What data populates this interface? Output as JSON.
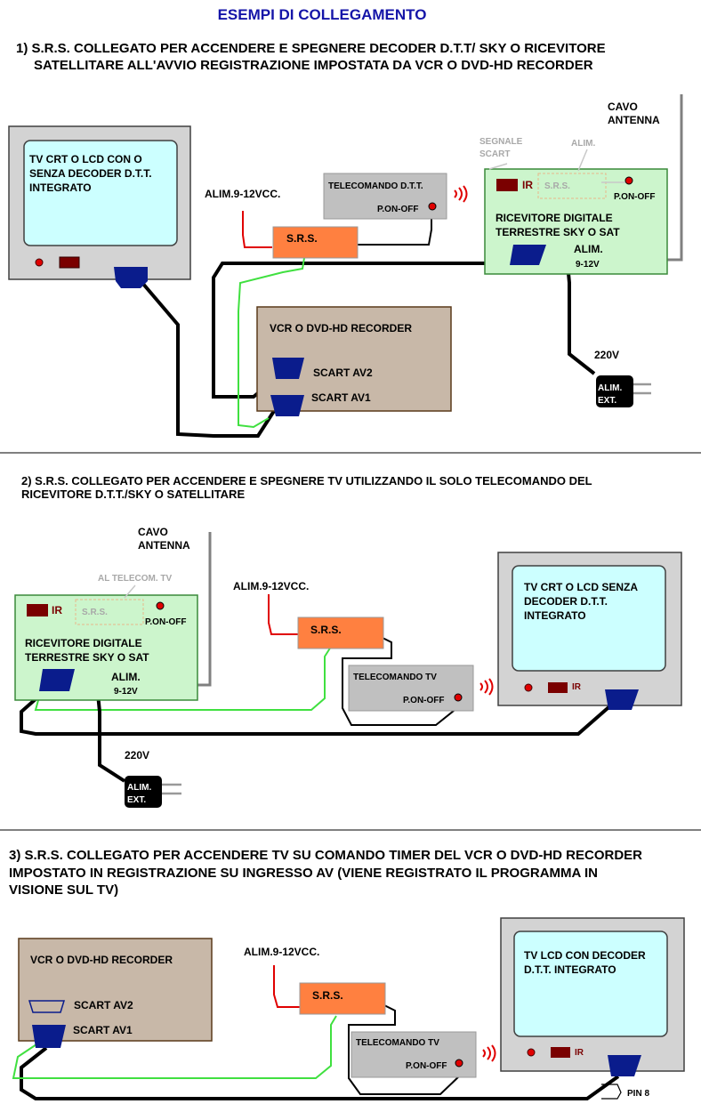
{
  "title": "ESEMPI DI COLLEGAMENTO",
  "colors": {
    "title": "#1515a8",
    "tv_frame": "#d3d3d3",
    "tv_screen": "#ccffff",
    "receiver": "#ccf5cc",
    "srs": "#ff8040",
    "remote": "#c0c0c0",
    "recorder": "#c8b8a8",
    "scart": "#0a1c8c",
    "red_wire": "#e00000",
    "green_wire": "#40e040"
  },
  "section1": {
    "heading_line1": "1)  S.R.S. COLLEGATO PER ACCENDERE E SPEGNERE DECODER D.T.T/ SKY O RICEVITORE",
    "heading_line2": "SATELLITARE ALL'AVVIO REGISTRAZIONE IMPOSTATA DA VCR O DVD-HD RECORDER",
    "tv_line1": "TV CRT O LCD CON O",
    "tv_line2": "SENZA DECODER D.T.T.",
    "tv_line3": "INTEGRATO",
    "alim": "ALIM.9-12VCC.",
    "srs": "S.R.S.",
    "remote_title": "TELECOMANDO D.T.T.",
    "remote_pon": "P.ON-OFF",
    "cable_line1": "CAVO",
    "cable_line2": "ANTENNA",
    "segnale_line1": "SEGNALE",
    "segnale_line2": "SCART",
    "alim_gray": "ALIM.",
    "ir": "IR",
    "srs_gray": "S.R.S.",
    "pon": "P.ON-OFF",
    "receiver_line1": "RICEVITORE DIGITALE",
    "receiver_line2": "TERRESTRE SKY O SAT",
    "rx_alim": "ALIM.",
    "rx_volt": "9-12V",
    "recorder_title": "VCR O DVD-HD RECORDER",
    "scart_av2": "SCART AV2",
    "scart_av1": "SCART AV1",
    "v220": "220V",
    "ext_line1": "ALIM.",
    "ext_line2": "EXT."
  },
  "section2": {
    "heading_line1": "2) S.R.S. COLLEGATO PER ACCENDERE E SPEGNERE TV UTILIZZANDO IL SOLO TELECOMANDO DEL",
    "heading_line2": "RICEVITORE D.T.T./SKY O SATELLITARE",
    "cable_line1": "CAVO",
    "cable_line2": "ANTENNA",
    "al_telecom": "AL TELECOM. TV",
    "ir": "IR",
    "srs_gray": "S.R.S.",
    "pon": "P.ON-OFF",
    "receiver_line1": "RICEVITORE DIGITALE",
    "receiver_line2": "TERRESTRE SKY O SAT",
    "rx_alim": "ALIM.",
    "rx_volt": "9-12V",
    "alim": "ALIM.9-12VCC.",
    "srs": "S.R.S.",
    "remote_title": "TELECOMANDO  TV",
    "remote_pon": "P.ON-OFF",
    "tv_line1": "TV CRT O LCD SENZA",
    "tv_line2": "DECODER D.T.T.",
    "tv_line3": "INTEGRATO",
    "tv_ir": "IR",
    "v220": "220V",
    "ext_line1": "ALIM.",
    "ext_line2": "EXT."
  },
  "section3": {
    "heading_line1": "3) S.R.S. COLLEGATO PER ACCENDERE TV SU COMANDO TIMER DEL VCR O DVD-HD RECORDER",
    "heading_line2": "IMPOSTATO IN REGISTRAZIONE SU INGRESSO AV  (VIENE REGISTRATO IL PROGRAMMA IN",
    "heading_line3": "VISIONE SUL TV)",
    "recorder_title": "VCR O DVD-HD RECORDER",
    "scart_av2": "SCART AV2",
    "scart_av1": "SCART AV1",
    "alim": "ALIM.9-12VCC.",
    "srs": "S.R.S.",
    "remote_title": "TELECOMANDO  TV",
    "remote_pon": "P.ON-OFF",
    "tv_line1": "TV LCD CON DECODER",
    "tv_line2": "D.T.T. INTEGRATO",
    "tv_ir": "IR",
    "pin8": "PIN 8"
  }
}
